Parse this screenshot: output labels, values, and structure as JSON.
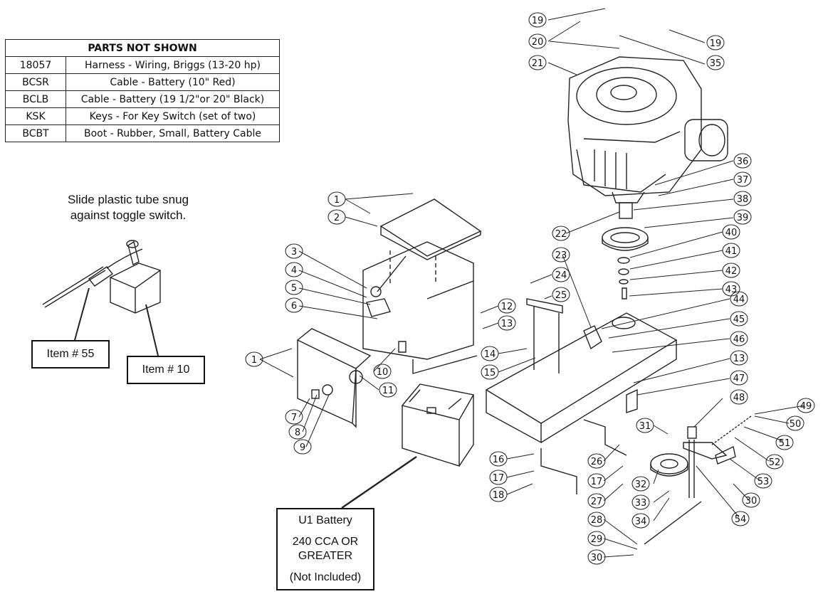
{
  "parts_table": {
    "title": "PARTS NOT SHOWN",
    "rows": [
      {
        "code": "18057",
        "desc": "Harness - Wiring, Briggs (13-20 hp)"
      },
      {
        "code": "BCSR",
        "desc": "Cable - Battery (10\" Red)"
      },
      {
        "code": "BCLB",
        "desc": "Cable - Battery (19 1/2\"or 20\" Black)"
      },
      {
        "code": "KSK",
        "desc": "Keys - For Key Switch (set of two)"
      },
      {
        "code": "BCBT",
        "desc": "Boot - Rubber, Small, Battery Cable"
      }
    ]
  },
  "note": {
    "line1": "Slide plastic tube snug",
    "line2": "against toggle switch."
  },
  "item55": "Item # 55",
  "item10": "Item # 10",
  "battery": {
    "line1": "U1 Battery",
    "line2": "240 CCA OR",
    "line3": "GREATER",
    "line4": "(Not Included)"
  },
  "part_labels": [
    "19",
    "20",
    "19",
    "35",
    "21",
    "36",
    "37",
    "38",
    "39",
    "22",
    "40",
    "41",
    "42",
    "43",
    "23",
    "24",
    "25",
    "44",
    "45",
    "46",
    "13",
    "47",
    "12",
    "13",
    "1",
    "2",
    "3",
    "4",
    "5",
    "6",
    "10",
    "11",
    "14",
    "15",
    "1",
    "7",
    "8",
    "9",
    "16",
    "17",
    "18",
    "26",
    "17",
    "27",
    "28",
    "29",
    "30",
    "31",
    "32",
    "33",
    "34",
    "48",
    "49",
    "50",
    "51",
    "52",
    "53",
    "30",
    "54"
  ]
}
